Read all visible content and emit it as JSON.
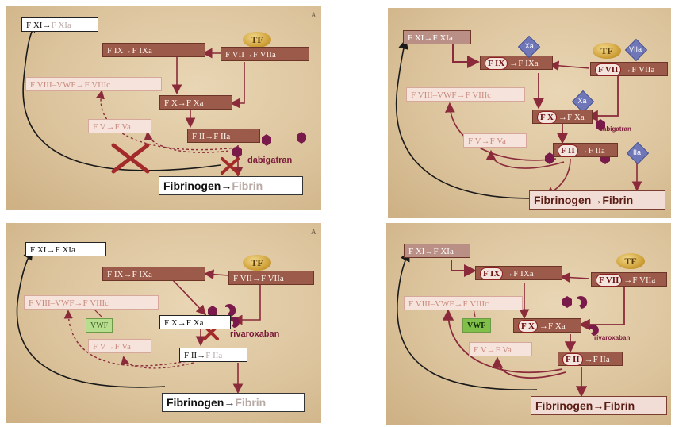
{
  "panels": {
    "p1": {
      "corner": "A",
      "fxi": "F XI→",
      "fxi_active": "F XIa",
      "fix": "F IX→F IXa",
      "tf": "TF",
      "fvii": "F VII→F VIIa",
      "fviii": "F VIII–VWF→F VIIIc",
      "fx": "F X→F Xa",
      "fv": "F V→F Va",
      "fii": "F II→F IIa",
      "drug": "dabigatran",
      "fib": "Fibrinogen→",
      "fib_product": "Fibrin"
    },
    "p2": {
      "fxi": "F XI→F XIa",
      "fix_circ": "F IX",
      "fix_rest": "→F IXa",
      "ixa": "IXa",
      "tf": "TF",
      "viia": "VIIa",
      "fvii_circ": "F VII",
      "fvii_rest": "→F VIIa",
      "fviii": "F VIII–VWF→F VIIIc",
      "xa": "Xa",
      "fx_circ": "F X",
      "fx_rest": "→F Xa",
      "fv": "F V→F Va",
      "drug": "dabigatran",
      "fii_circ": "F II",
      "fii_rest": "→F IIa",
      "iia": "IIa",
      "fib": "Fibrinogen→Fibrin"
    },
    "p3": {
      "corner": "A",
      "fxi": "F XI→F XIa",
      "fix": "F IX→F IXa",
      "tf": "TF",
      "fvii": "F VII→F VIIa",
      "fviii": "F VIII–VWF→F VIIIc",
      "vwf": "VWF",
      "fx": "F X→F Xa",
      "fv": "F V→F Va",
      "drug": "rivaroxaban",
      "fii": "F II→",
      "fii_active": "F IIa",
      "fib": "Fibrinogen→",
      "fib_product": "Fibrin"
    },
    "p4": {
      "fxi": "F XI→F XIa",
      "fix_circ": "F IX",
      "fix_rest": "→F IXa",
      "tf": "TF",
      "fvii_circ": "F VII",
      "fvii_rest": "→F VIIa",
      "fviii": "F VIII–VWF→F VIIIc",
      "vwf": "VWF",
      "fx_circ": "F X",
      "fx_rest": "→F Xa",
      "fv": "F V→F Va",
      "drug": "rivaroxaban",
      "fii_circ": "F II",
      "fii_rest": "→F IIa",
      "fib": "Fibrinogen→Fibrin"
    }
  },
  "colors": {
    "background": "#dcc49d",
    "arrow_dark": "#8a2a3a",
    "arrow_black": "#1a1a1a",
    "inhibition_x": "#a32a2a",
    "drug_molecule": "#7a1a4a",
    "factor_diamond": "#6f77b8",
    "vwf_green": "#b7dd8f"
  }
}
